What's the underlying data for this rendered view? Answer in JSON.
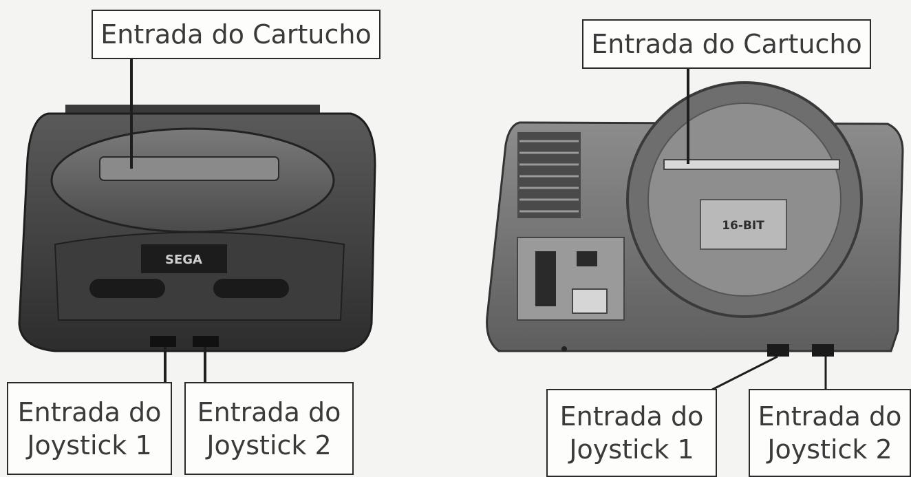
{
  "left_console": {
    "brand_text": "SEGA",
    "label_cartridge": "Entrada do Cartucho",
    "label_joy1": {
      "line1": "Entrada do",
      "line2": "Joystick 1"
    },
    "label_joy2": {
      "line1": "Entrada do",
      "line2": "Joystick 2"
    }
  },
  "right_console": {
    "badge_text": "16-BIT",
    "label_cartridge": "Entrada do Cartucho",
    "label_joy1": {
      "line1": "Entrada do",
      "line2": "Joystick 1"
    },
    "label_joy2": {
      "line1": "Entrada do",
      "line2": "Joystick 2"
    }
  }
}
